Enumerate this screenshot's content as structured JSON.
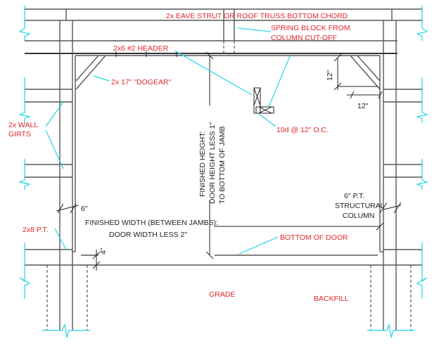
{
  "labels": {
    "eave_strut": "2x EAVE STRUT OR ROOF TRUSS BOTTOM CHORD",
    "spring_block_1": "SPRING BLOCK FROM",
    "spring_block_2": "COLUMN CUT-OFF",
    "header": "2x6 #2 HEADER",
    "dogear": "2x  17\" \"DOGEAR\"",
    "wall_girts_1": "2x WALL",
    "wall_girts_2": "GIRTS",
    "nailing": "10d @ 12\" O.C.",
    "dim_12_vertical": "12\"",
    "dim_12_horizontal": "12\"",
    "finished_height_1": "FINISHED HEIGHT:",
    "finished_height_2": "DOOR HEIGHT LESS 1\"",
    "finished_height_3": "TO BOTTOM OF JAMB",
    "dim_6": "6\"",
    "finished_width_1": "FINISHED WIDTH (BETWEEN JAMBS):",
    "finished_width_2": "DOOR WIDTH LESS 2\"",
    "splash_plank": "2x8 P.T.",
    "dim_4": "4\"",
    "column_1": "6\" P.T.",
    "column_2": "STRUCTURAL",
    "column_3": "COLUMN",
    "bottom_of_door": "BOTTOM OF DOOR",
    "grade": "GRADE",
    "backfill": "BACKFILL"
  },
  "colors": {
    "annotation": "#e0262a",
    "leader": "#22d3e6",
    "linework": "#555555"
  }
}
